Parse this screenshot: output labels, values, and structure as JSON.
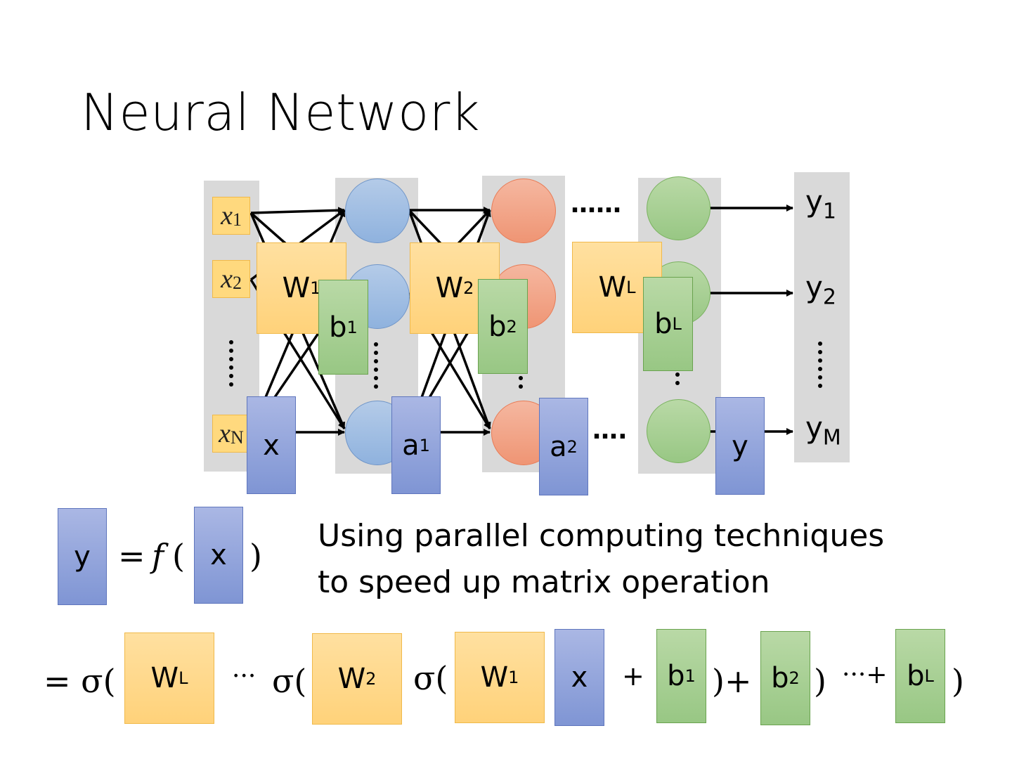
{
  "title": "Neural Network",
  "inputs": {
    "x1": "x",
    "x1_sub": "1",
    "x2": "x",
    "x2_sub": "2",
    "xN": "x",
    "xN_sub": "N"
  },
  "outputs": {
    "y1": "y",
    "y1_sub": "1",
    "y2": "y",
    "y2_sub": "2",
    "yM": "y",
    "yM_sub": "M"
  },
  "dots_h_top": "……",
  "dots_h_bottom": "….",
  "matrices": {
    "W1": "W",
    "W1_sup": "1",
    "W2": "W",
    "W2_sup": "2",
    "WL": "W",
    "WL_sup": "L",
    "b1": "b",
    "b1_sup": "1",
    "b2": "b",
    "b2_sup": "2",
    "bL": "b",
    "bL_sup": "L",
    "x": "x",
    "a1": "a",
    "a1_sup": "1",
    "a2": "a",
    "a2_sup": "2",
    "y": "y"
  },
  "equation1": {
    "y": "y",
    "eq": "=",
    "f": "f",
    "open": "(",
    "x": "x",
    "close": ")"
  },
  "description": {
    "line1": "Using parallel computing techniques",
    "line2": "to speed up matrix operation"
  },
  "equation2": {
    "eq_sigma": "= σ(",
    "WL": "W",
    "WL_sup": "L",
    "ellipsis1": "···",
    "sigma2": "σ(",
    "W2": "W",
    "W2_sup": "2",
    "sigma3": "σ(",
    "W1": "W",
    "W1_sup": "1",
    "x": "x",
    "plus1": "+",
    "b1": "b",
    "b1_sup": "1",
    "close_plus": ")+",
    "b2": "b",
    "b2_sup": "2",
    "close2": ")",
    "ellipsis2": "···+",
    "bL": "b",
    "bL_sup": "L",
    "close3": ")"
  },
  "colors": {
    "weight": "#ffd27a",
    "bias": "#98c784",
    "vector": "#7f95d4",
    "layer1": "#8fb2de",
    "layer2": "#ef9574",
    "layerL": "#98c784",
    "column": "#d9d9d9"
  }
}
